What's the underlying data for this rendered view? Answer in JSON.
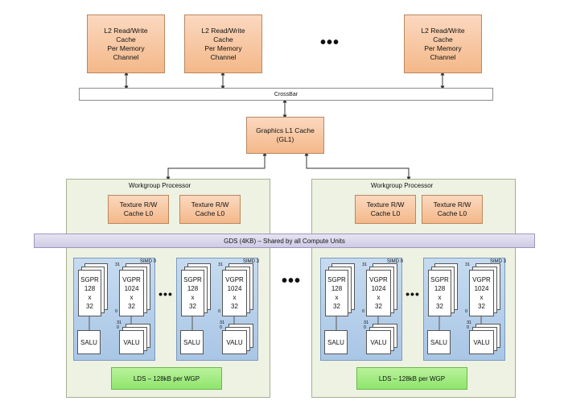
{
  "l2_label": "L2 Read/Write\nCache\nPer Memory\nChannel",
  "crossbar_label": "CrossBar",
  "gl1_label": "Graphics L1 Cache\n(GL1)",
  "wgp_title": "Workgroup Processor",
  "texture_label": "Texture R/W\nCache L0",
  "gds_label": "GDS (4KB) – Shared by all Compute Units",
  "simd0_label": "SIMD 0",
  "simd3_label": "SIMD 3",
  "sgpr_label": "SGPR\n128\nx\n32",
  "vgpr_label": "VGPR\n1024\nx\n32",
  "salu_label": "SALU",
  "valu_label": "VALU",
  "reg_index_top": "31",
  "reg_index_bottom": "0",
  "lds_label": "LDS – 128kB per WGP",
  "ellipsis": "•••"
}
